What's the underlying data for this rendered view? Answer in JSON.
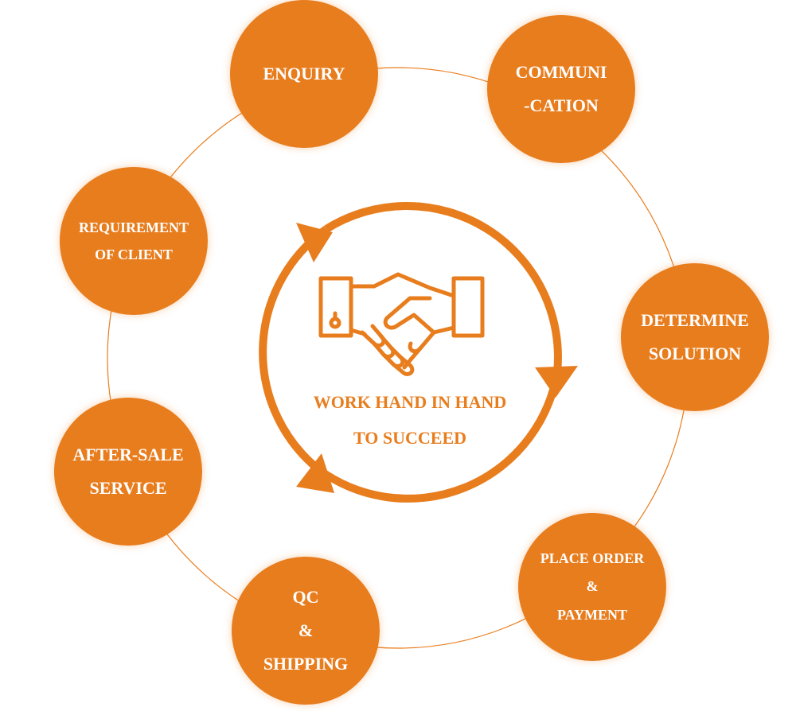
{
  "colors": {
    "accent": "#e87d1e",
    "text_on_accent": "#ffffff"
  },
  "center": {
    "icon": "handshake-icon",
    "line1": "WORK HAND IN HAND",
    "line2": "TO SUCCEED"
  },
  "steps": [
    {
      "lines": [
        "ENQUIRY"
      ]
    },
    {
      "lines": [
        "COMMUNI",
        "-CATION"
      ]
    },
    {
      "lines": [
        "DETERMINE",
        "SOLUTION"
      ]
    },
    {
      "lines": [
        "PLACE ORDER",
        "&",
        "PAYMENT"
      ]
    },
    {
      "lines": [
        "QC",
        "&",
        "SHIPPING"
      ]
    },
    {
      "lines": [
        "AFTER-SALE",
        "SERVICE"
      ]
    },
    {
      "lines": [
        "REQUIREMENT",
        "OF CLIENT"
      ]
    }
  ]
}
